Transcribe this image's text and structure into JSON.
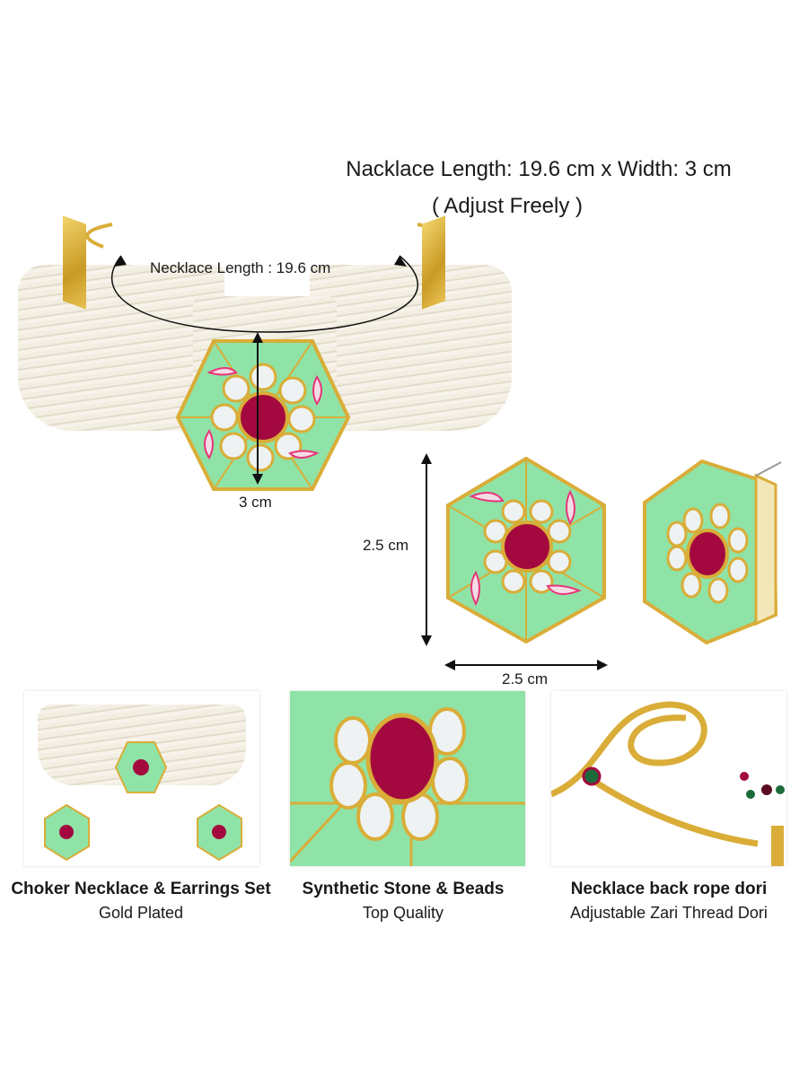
{
  "header": {
    "title_line1": "Nacklace Length: 19.6 cm x Width: 3 cm",
    "title_line2": "( Adjust Freely )"
  },
  "necklace": {
    "length_label": "Necklace Length : 19.6 cm",
    "width_label": "3 cm"
  },
  "earrings": {
    "height_label": "2.5 cm",
    "width_label": "2.5 cm"
  },
  "panels": [
    {
      "title": "Choker Necklace & Earrings Set",
      "subtitle": "Gold Plated"
    },
    {
      "title": "Synthetic Stone & Beads",
      "subtitle": "Top Quality"
    },
    {
      "title": "Necklace back rope dori",
      "subtitle": "Adjustable Zari Thread Dori"
    }
  ],
  "colors": {
    "enamel_green": "#8fe3a6",
    "gold": "#d9ad38",
    "ruby": "#a3093f",
    "pearl": "#f3eee2",
    "accent_pink": "#e8357a"
  }
}
